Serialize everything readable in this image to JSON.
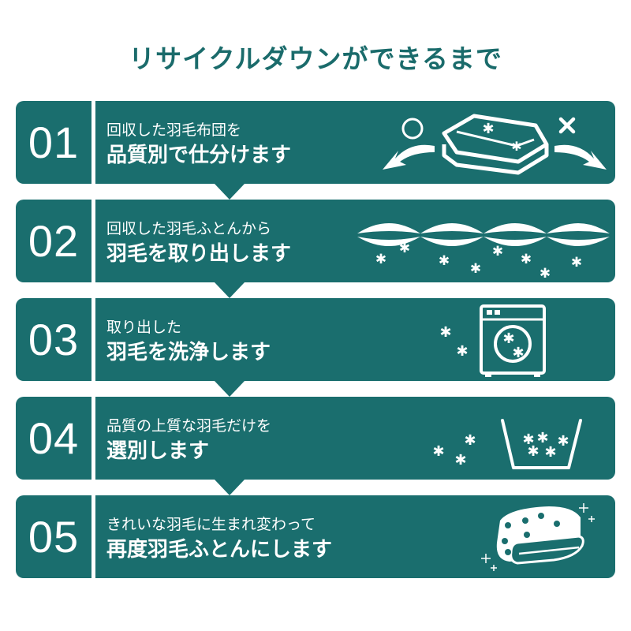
{
  "title": "リサイクルダウンができるまで",
  "colors": {
    "primary": "#1a6e6e",
    "title": "#1a6b6b",
    "text": "#ffffff",
    "background": "#ffffff"
  },
  "steps": [
    {
      "number": "01",
      "line1": "回収した羽毛布団を",
      "line2": "品質別で仕分けます",
      "icon": "sorting-futon-icon",
      "marks": {
        "good": "○",
        "bad": "×"
      }
    },
    {
      "number": "02",
      "line1": "回収した羽毛ふとんから",
      "line2": "羽毛を取り出します",
      "icon": "feather-extract-icon"
    },
    {
      "number": "03",
      "line1": "取り出した",
      "line2": "羽毛を洗浄します",
      "icon": "washing-machine-icon"
    },
    {
      "number": "04",
      "line1": "品質の上質な羽毛だけを",
      "line2": "選別します",
      "icon": "basket-selection-icon"
    },
    {
      "number": "05",
      "line1": "きれいな羽毛に生まれ変わって",
      "line2": "再度羽毛ふとんにします",
      "icon": "new-futon-icon"
    }
  ]
}
